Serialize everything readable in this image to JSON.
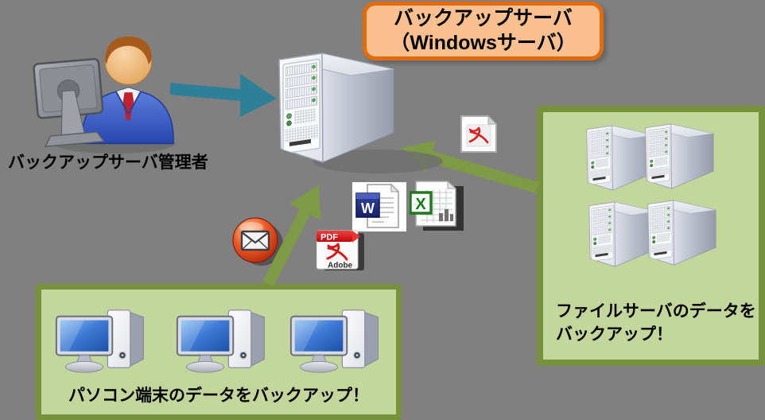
{
  "colors": {
    "background": "#808080",
    "callout_border": "#E36C0A",
    "callout_fill": "#FAC090",
    "green_box_border": "#76923C",
    "green_box_fill": "#C3D69B",
    "arrow_teal": "#2E8099",
    "arrow_green": "#7D9B44"
  },
  "callout": {
    "line1": "バックアップサーバ",
    "line2": "（Windowsサーバ）"
  },
  "admin": {
    "label": "バックアップサーバ管理者"
  },
  "file_server_box": {
    "line1": "ファイルサーバのデータを",
    "line2": "バックアップ！"
  },
  "pc_box": {
    "label": "パソコン端末のデータをバックアップ！"
  },
  "file_icons": {
    "pdf_banner": "PDF",
    "pdf_brand": "Adobe",
    "word_letter": "W",
    "excel_letter": "X"
  },
  "icon_names": {
    "admin": "person-at-computer-icon",
    "backup_server": "tower-server-icon",
    "file_servers": "tower-server-icon x4",
    "pcs": "desktop-pc-icon x3",
    "email": "envelope-sphere-icon",
    "pdf_large": "adobe-pdf-icon",
    "pdf_small": "pdf-document-icon",
    "word": "word-document-icon",
    "excel": "excel-document-icon"
  }
}
